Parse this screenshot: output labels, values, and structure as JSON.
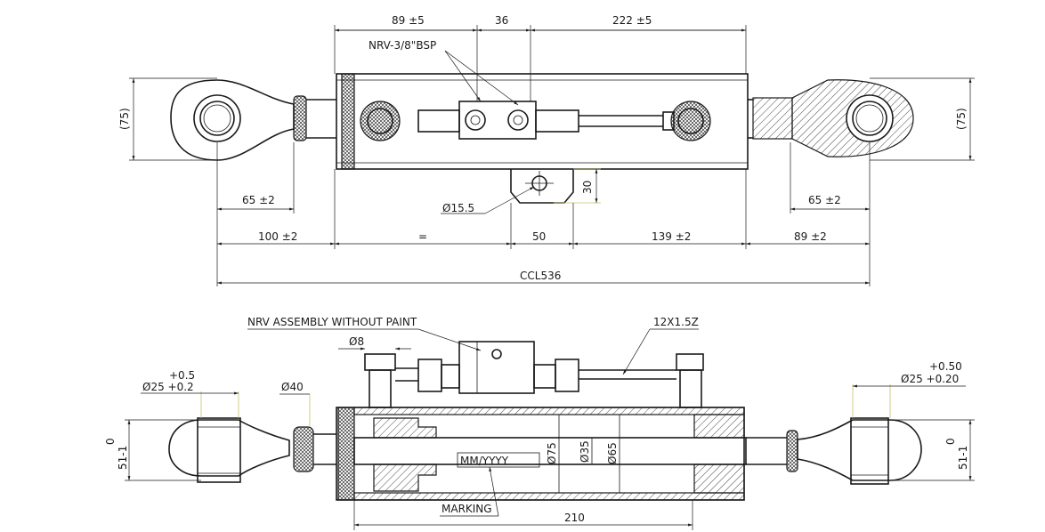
{
  "dimensions": {
    "top": {
      "d89": "89 ±5",
      "d36": "36",
      "d222": "222 ±5",
      "nrv": "NRV-3/8\"BSP",
      "h75_left": "(75)",
      "h75_right": "(75)",
      "d65_left": "65 ±2",
      "d65_right": "65 ±2",
      "dia155": "Ø15.5",
      "d30": "30",
      "d100": "100 ±2",
      "equal": "=",
      "d50": "50",
      "d139": "139 ±2",
      "d89b": "89 ±2",
      "ccl": "CCL536"
    },
    "bottom": {
      "nrv_assembly": "NRV ASSEMBLY WITHOUT PAINT",
      "thread": "12X1.5Z",
      "dia8": "Ø8",
      "tol_left_upper": "+0.5",
      "dia25_left": "Ø25 +0.2",
      "dia40": "Ø40",
      "tol_right_upper": "+0.50",
      "dia25_right": "Ø25 +0.20",
      "zero_left": "0",
      "minus_left": "51-1",
      "zero_right": "0",
      "minus_right": "51-1",
      "dia75": "Ø75",
      "dia35": "Ø35",
      "dia65": "Ø65",
      "mmyyyy": "MM/YYYY",
      "marking": "MARKING",
      "d210": "210"
    }
  }
}
